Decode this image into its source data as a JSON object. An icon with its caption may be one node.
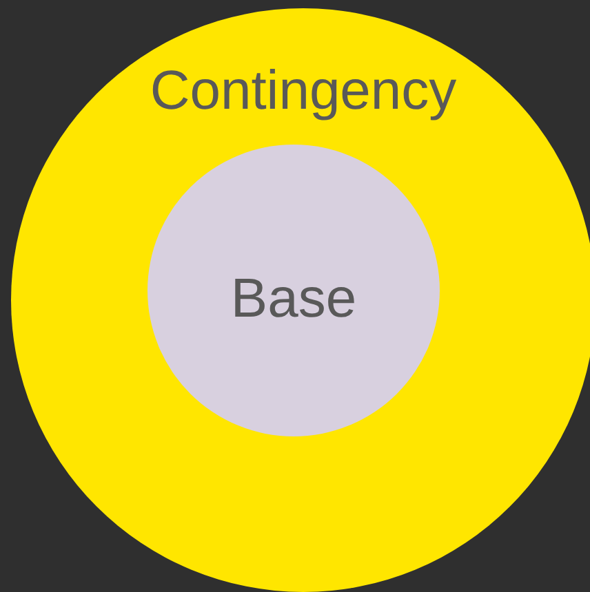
{
  "diagram": {
    "nodes": [
      {
        "text": [
          "Contingency"
        ]
      },
      {
        "text": [
          "Base"
        ],
        "in": 0
      }
    ]
  }
}
